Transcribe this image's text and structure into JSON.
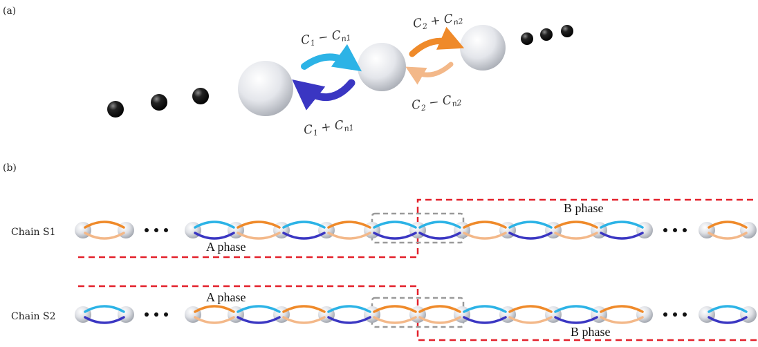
{
  "panel_a": {
    "label": "(a)",
    "c1_minus": {
      "base": "C",
      "s1": "1",
      "op": " − ",
      "s2": "n1"
    },
    "c1_plus": {
      "base": "C",
      "s1": "1",
      "op": " + ",
      "s2": "n1"
    },
    "c2_plus": {
      "base": "C",
      "s1": "2",
      "op": " + ",
      "s2": "n2"
    },
    "c2_minus": {
      "base": "C",
      "s1": "2",
      "op": " − ",
      "s2": "n2"
    }
  },
  "panel_b": {
    "label": "(b)",
    "chain_s1": "Chain S1",
    "chain_s2": "Chain S2",
    "a_phase": "A phase",
    "b_phase": "B phase"
  },
  "colors": {
    "light_blue": "#2cb3e6",
    "dark_blue": "#3a36c2",
    "orange": "#ef8a2a",
    "light_orange": "#f3b889",
    "red_dash": "#e3202a",
    "gray_dash": "#9a9a9a"
  }
}
